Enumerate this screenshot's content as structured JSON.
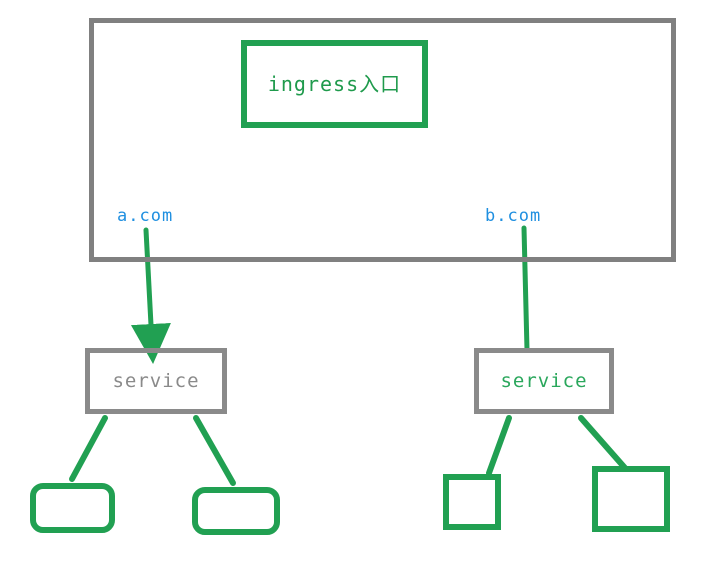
{
  "diagram": {
    "title": "Kubernetes Ingress routing diagram",
    "colors": {
      "green": "#21a052",
      "green_text": "#1f9a4c",
      "gray": "#808080",
      "gray_text": "#8a8a8a",
      "blue": "#1f8fe0",
      "background": "#ffffff"
    },
    "cluster": {
      "name": "cluster-frame",
      "border_color": "#808080"
    },
    "nodes": {
      "ingress": {
        "label": "ingress入口",
        "border_color": "#21a052",
        "text_color": "#1f9a4c",
        "shape": "rectangle"
      },
      "service_left": {
        "label": "service",
        "border_color": "#8a8a8a",
        "text_color": "#8a8a8a",
        "shape": "rectangle"
      },
      "service_right": {
        "label": "service",
        "border_color": "#8a8a8a",
        "text_color": "#2aa75c",
        "shape": "rectangle"
      },
      "pod_a1": {
        "label": "",
        "border_color": "#21a052",
        "shape": "rounded-rectangle"
      },
      "pod_a2": {
        "label": "",
        "border_color": "#21a052",
        "shape": "rounded-rectangle"
      },
      "pod_b1": {
        "label": "",
        "border_color": "#21a052",
        "shape": "rectangle"
      },
      "pod_b2": {
        "label": "",
        "border_color": "#21a052",
        "shape": "rectangle"
      }
    },
    "edges": [
      {
        "name": "ingress-to-service-left",
        "label": "a.com",
        "label_color": "#1f8fe0",
        "arrowhead": true,
        "color": "#21a052"
      },
      {
        "name": "ingress-to-service-right",
        "label": "b.com",
        "label_color": "#1f8fe0",
        "arrowhead": false,
        "color": "#21a052"
      },
      {
        "name": "service-left-to-pod-a1",
        "label": "",
        "arrowhead": false,
        "color": "#21a052"
      },
      {
        "name": "service-left-to-pod-a2",
        "label": "",
        "arrowhead": false,
        "color": "#21a052"
      },
      {
        "name": "service-right-to-pod-b1",
        "label": "",
        "arrowhead": false,
        "color": "#21a052"
      },
      {
        "name": "service-right-to-pod-b2",
        "label": "",
        "arrowhead": false,
        "color": "#21a052"
      }
    ]
  }
}
